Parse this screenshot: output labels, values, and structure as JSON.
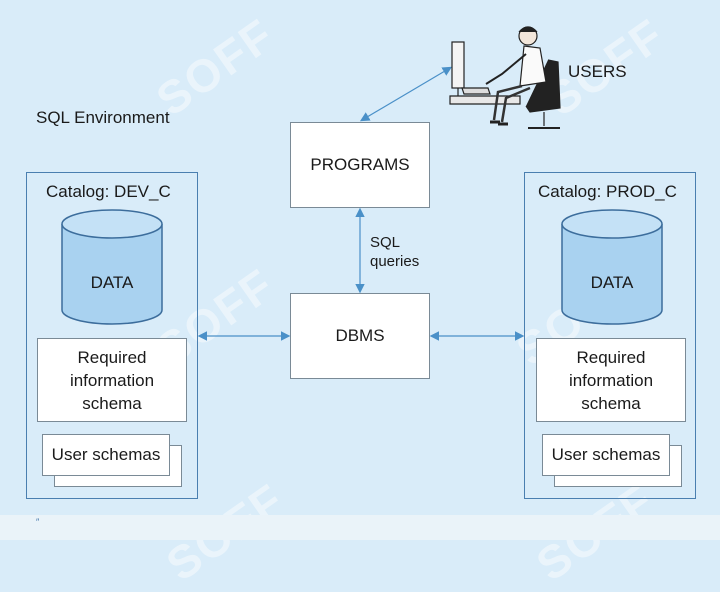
{
  "environment_label": "SQL Environment",
  "programs_label": "PROGRAMS",
  "dbms_label": "DBMS",
  "users_label": "USERS",
  "sql_queries": [
    "SQL",
    "queries"
  ],
  "catalogs": {
    "left": {
      "title": "Catalog: DEV_C",
      "data_label": "DATA",
      "info_schema": [
        "Required",
        "information",
        "schema"
      ],
      "user_schemas": "User schemas"
    },
    "right": {
      "title": "Catalog: PROD_C",
      "data_label": "DATA",
      "info_schema": [
        "Required",
        "information",
        "schema"
      ],
      "user_schemas": "User schemas"
    }
  },
  "watermark": "SOFF",
  "bottom_mark": "″",
  "colors": {
    "background": "#d9ecf9",
    "cylinder_fill": "#a9d2f0",
    "cylinder_stroke": "#3c6d9c",
    "arrow": "#4a90c8"
  }
}
